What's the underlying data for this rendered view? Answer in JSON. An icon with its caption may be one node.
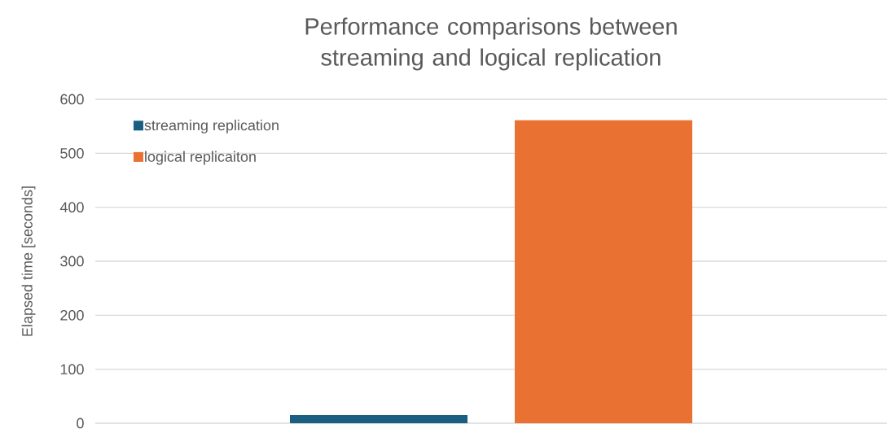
{
  "diagram": {
    "chart_data": {
      "type": "bar",
      "title": "Performance comparisons between streaming and logical replication",
      "ylabel": "Elapsed time [seconds]",
      "ylim": [
        0,
        600
      ],
      "yticks": [
        0,
        100,
        200,
        300,
        400,
        500,
        600
      ],
      "grid": true,
      "legend": "top left",
      "series": [
        {
          "name": "streaming replication",
          "color": "#1a5f82",
          "values": [
            15
          ]
        },
        {
          "name": "logical replicaiton",
          "color": "#e97132",
          "values": [
            561
          ]
        }
      ]
    }
  }
}
